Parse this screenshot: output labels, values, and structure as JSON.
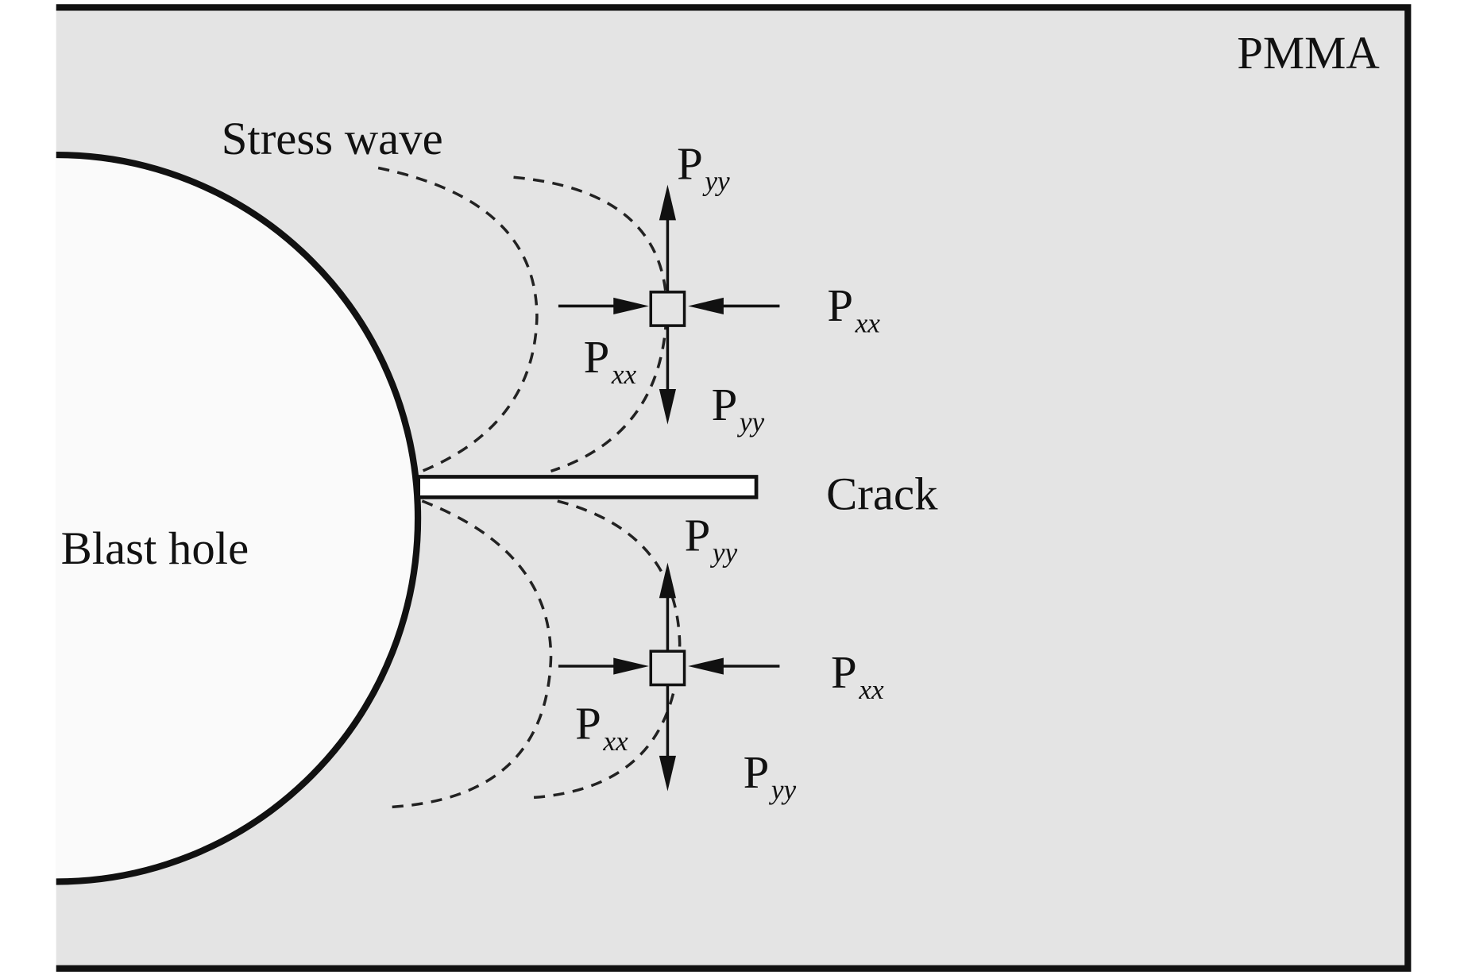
{
  "labels": {
    "material": "PMMA",
    "stress_wave": "Stress wave",
    "blast_hole": "Blast hole",
    "crack": "Crack",
    "p": "P",
    "sub_xx": "xx",
    "sub_yy": "yy"
  }
}
